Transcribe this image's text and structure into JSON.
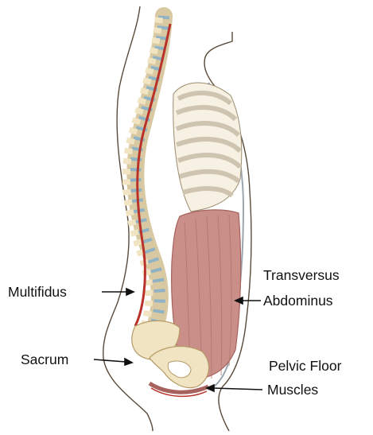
{
  "labels": {
    "multifidus": "Multifidus",
    "sacrum": "Sacrum",
    "transversus_line1": "Transversus",
    "transversus_line2": "Abdominus",
    "pelvic_line1": "Pelvic Floor",
    "pelvic_line2": "Muscles"
  },
  "colors": {
    "background": "#ffffff",
    "outline": "#5a4a3a",
    "bone": "#f1e4c2",
    "bone_edge": "#b59a66",
    "disc": "#8fb3c4",
    "muscle": "#c98f88",
    "muscle_dark": "#a8625d",
    "nerve": "#b8322a",
    "rib_shadow": "#cfc4b0",
    "label": "#111111"
  }
}
